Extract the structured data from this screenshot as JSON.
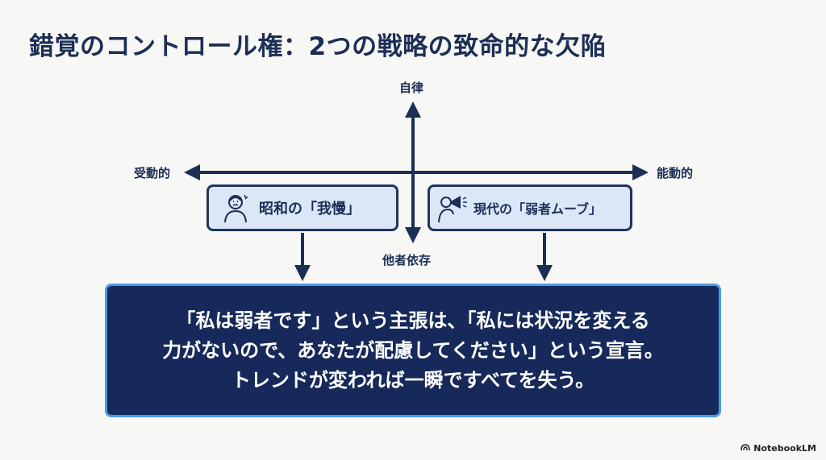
{
  "title": "錯覚のコントロール権：2つの戦略の致命的な欠陥",
  "axes": {
    "top": "自律",
    "bottom": "他者依存",
    "left": "受動的",
    "right": "能動的"
  },
  "boxes": {
    "left": {
      "label": "昭和の「我慢」",
      "icon": "troubled-person-icon"
    },
    "right": {
      "label": "現代の「弱者ムーブ」",
      "icon": "megaphone-person-icon"
    }
  },
  "conclusion": {
    "lines": [
      "「私は弱者です」という主張は、「私には状況を変える",
      "力がないので、あなたが配慮してください」という宣言。",
      "トレンドが変われば一瞬ですべてを失う。"
    ]
  },
  "branding": {
    "label": "NotebookLM"
  },
  "colors": {
    "navy": "#1c2e55",
    "box_fill": "#dbe7f6",
    "conclusion_fill": "#16295a",
    "conclusion_border": "#4a9be6",
    "background": "#f7f7f5"
  }
}
